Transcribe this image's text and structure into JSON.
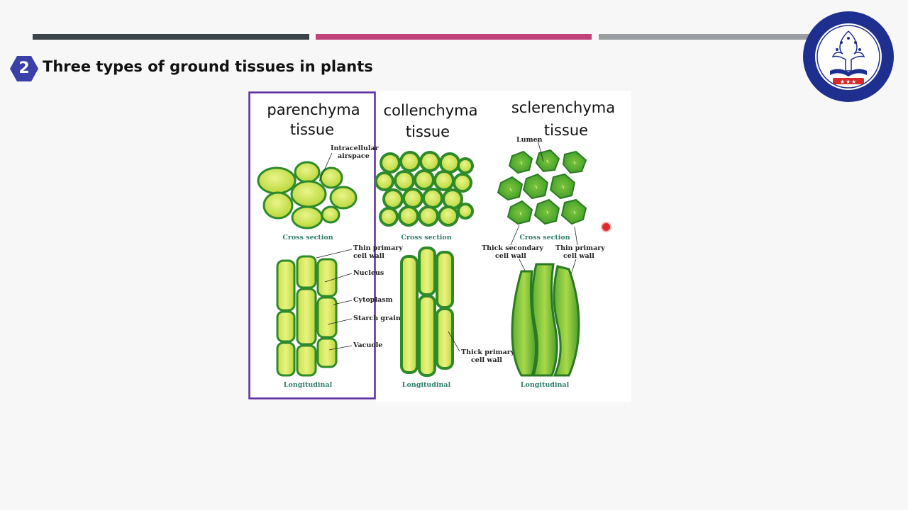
{
  "slide": {
    "number": "2",
    "title": "Three types of ground tissues in plants",
    "colors": {
      "bar_dark": "#3a4448",
      "bar_accent": "#c2427a",
      "bar_grey": "#9a9ea2",
      "badge": "#3b3fa8",
      "highlight_box": "#5b2ca0"
    }
  },
  "logo": {
    "icon": "school-emblem-icon",
    "description_colors": [
      "#1f2f8f",
      "#d62b2b",
      "#ffffff"
    ]
  },
  "diagram": {
    "columns": [
      {
        "title_line1": "parenchyma",
        "title_line2": "tissue",
        "cross_caption": "Cross section",
        "long_caption": "Longitudinal",
        "labels": [
          "Intracellular",
          "airspace",
          "Thin primary",
          "cell wall",
          "Nucleus",
          "Cytoplasm",
          "Starch grain",
          "Vacuole"
        ]
      },
      {
        "title_line1": "collenchyma",
        "title_line2": "tissue",
        "cross_caption": "Cross section",
        "long_caption": "Longitudinal",
        "labels": [
          "Thick primary",
          "cell wall"
        ]
      },
      {
        "title_line1": "sclerenchyma",
        "title_line2": "tissue",
        "cross_caption": "Cross section",
        "long_caption": "Longitudinal",
        "labels": [
          "Lumen",
          "Thick secondary",
          "cell wall",
          "Thin primary",
          "cell wall"
        ]
      }
    ]
  }
}
